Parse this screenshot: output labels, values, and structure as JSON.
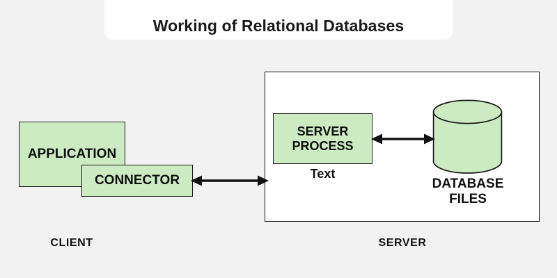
{
  "page": {
    "title": "Working of Relational Databases",
    "background_color": "#f2f2f2",
    "banner_color": "#ffffff"
  },
  "colors": {
    "box_fill": "#cdebc3",
    "stroke": "#111111",
    "text": "#111111",
    "server_fill": "#ffffff"
  },
  "client": {
    "group_label": "CLIENT",
    "application_label": "APPLICATION",
    "connector_label": "CONNECTOR"
  },
  "server": {
    "group_label": "SERVER",
    "process_label": "SERVER\nPROCESS",
    "text_label": "Text",
    "database_label": "DATABASE\nFILES"
  },
  "arrows": {
    "client_server": "bidirectional-arrow",
    "process_database": "bidirectional-arrow"
  }
}
